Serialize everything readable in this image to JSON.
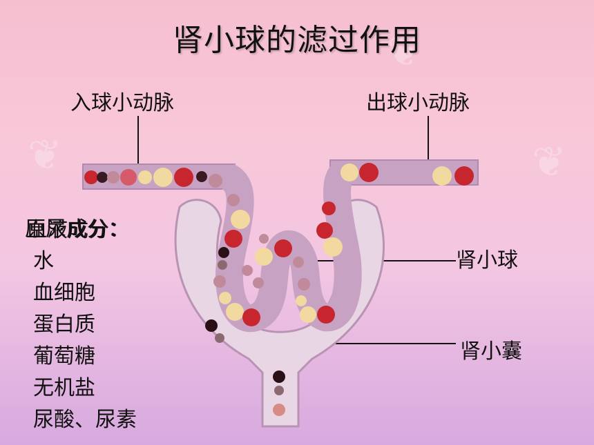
{
  "title": "肾小球的滤过作用",
  "labels": {
    "afferent": "入球小动脉",
    "efferent": "出球小动脉",
    "glomerulus": "肾小球",
    "capsule": "肾小囊"
  },
  "components": {
    "heading_a": "原尿成分：",
    "heading_b": "血液成分：",
    "items": [
      "水",
      "血细胞",
      "蛋白质",
      "葡萄糖",
      "无机盐",
      "尿酸、尿素"
    ]
  },
  "colors": {
    "vessel": "#c9a3c4",
    "capsule": "#e6d3e3",
    "red_cell": "#c8262f",
    "yellow_cell": "#f2d9a0"
  }
}
